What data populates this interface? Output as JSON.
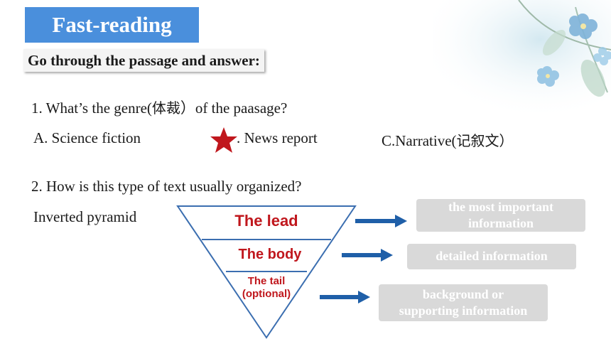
{
  "slide": {
    "title": "Fast-reading",
    "subtitle": "Go through the passage and answer:",
    "q1": {
      "text_before": "1. What’s the genre(",
      "cjk": "体裁",
      "text_after": "）of the paasage?"
    },
    "options": {
      "a": "A. Science fiction",
      "b": ". News report",
      "c_text": "C.Narrative(",
      "c_cjk": "记叙文",
      "c_close": "）"
    },
    "q2": "2. How is this type of text usually organized?",
    "pyramid_caption": "Inverted pyramid",
    "layers": {
      "lead": "The lead",
      "body": "The body",
      "tail_line1": "The tail",
      "tail_line2": "(optional)"
    },
    "info": {
      "lead_line1": "the most important",
      "lead_line2": "information",
      "body": "detailed information",
      "tail_line1": "background or",
      "tail_line2": "supporting information"
    },
    "colors": {
      "title_bg": "#4a8fdc",
      "layer_text": "#c0171d",
      "star": "#c0171d",
      "arrow": "#1f5fa8",
      "info_box": "#d9d9d9"
    }
  }
}
